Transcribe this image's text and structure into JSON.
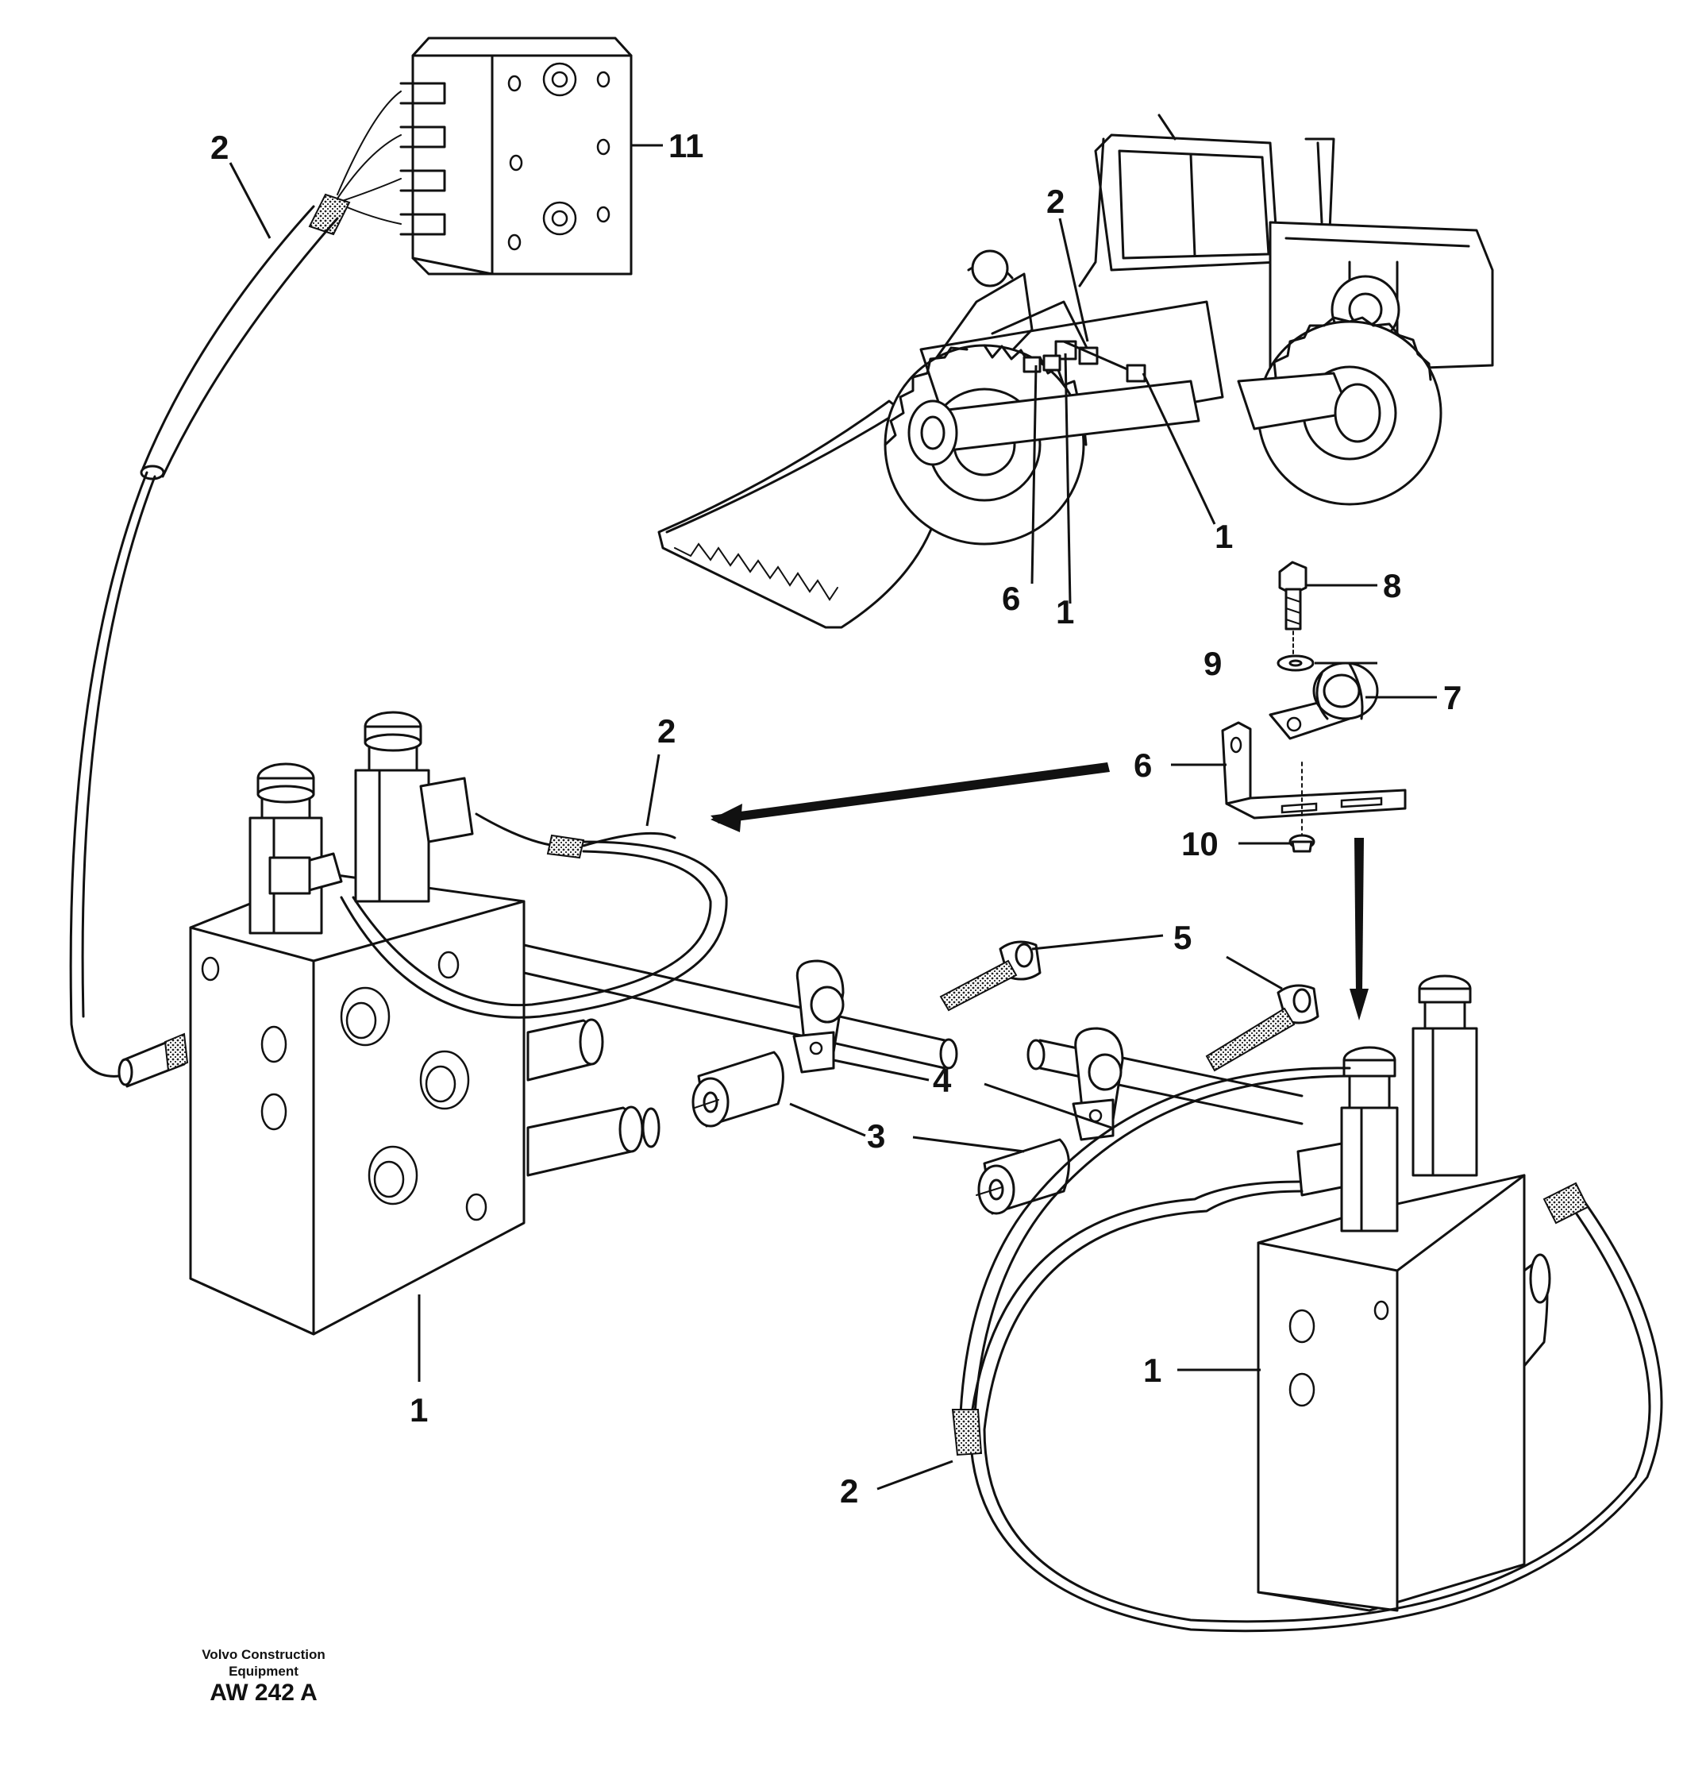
{
  "callouts": {
    "c11_top": "11",
    "c2_top": "2",
    "c2_loader": "2",
    "c1_loader_right": "1",
    "c6_loader": "6",
    "c1_loader_mid": "1",
    "c8": "8",
    "c9": "9",
    "c7": "7",
    "c6": "6",
    "c10": "10",
    "c2_mid": "2",
    "c5": "5",
    "c4": "4",
    "c3": "3",
    "c1_left": "1",
    "c1_right": "1",
    "c2_bottom": "2"
  },
  "footer": {
    "brand": "Volvo Construction Equipment",
    "code": "AW 242 A"
  }
}
